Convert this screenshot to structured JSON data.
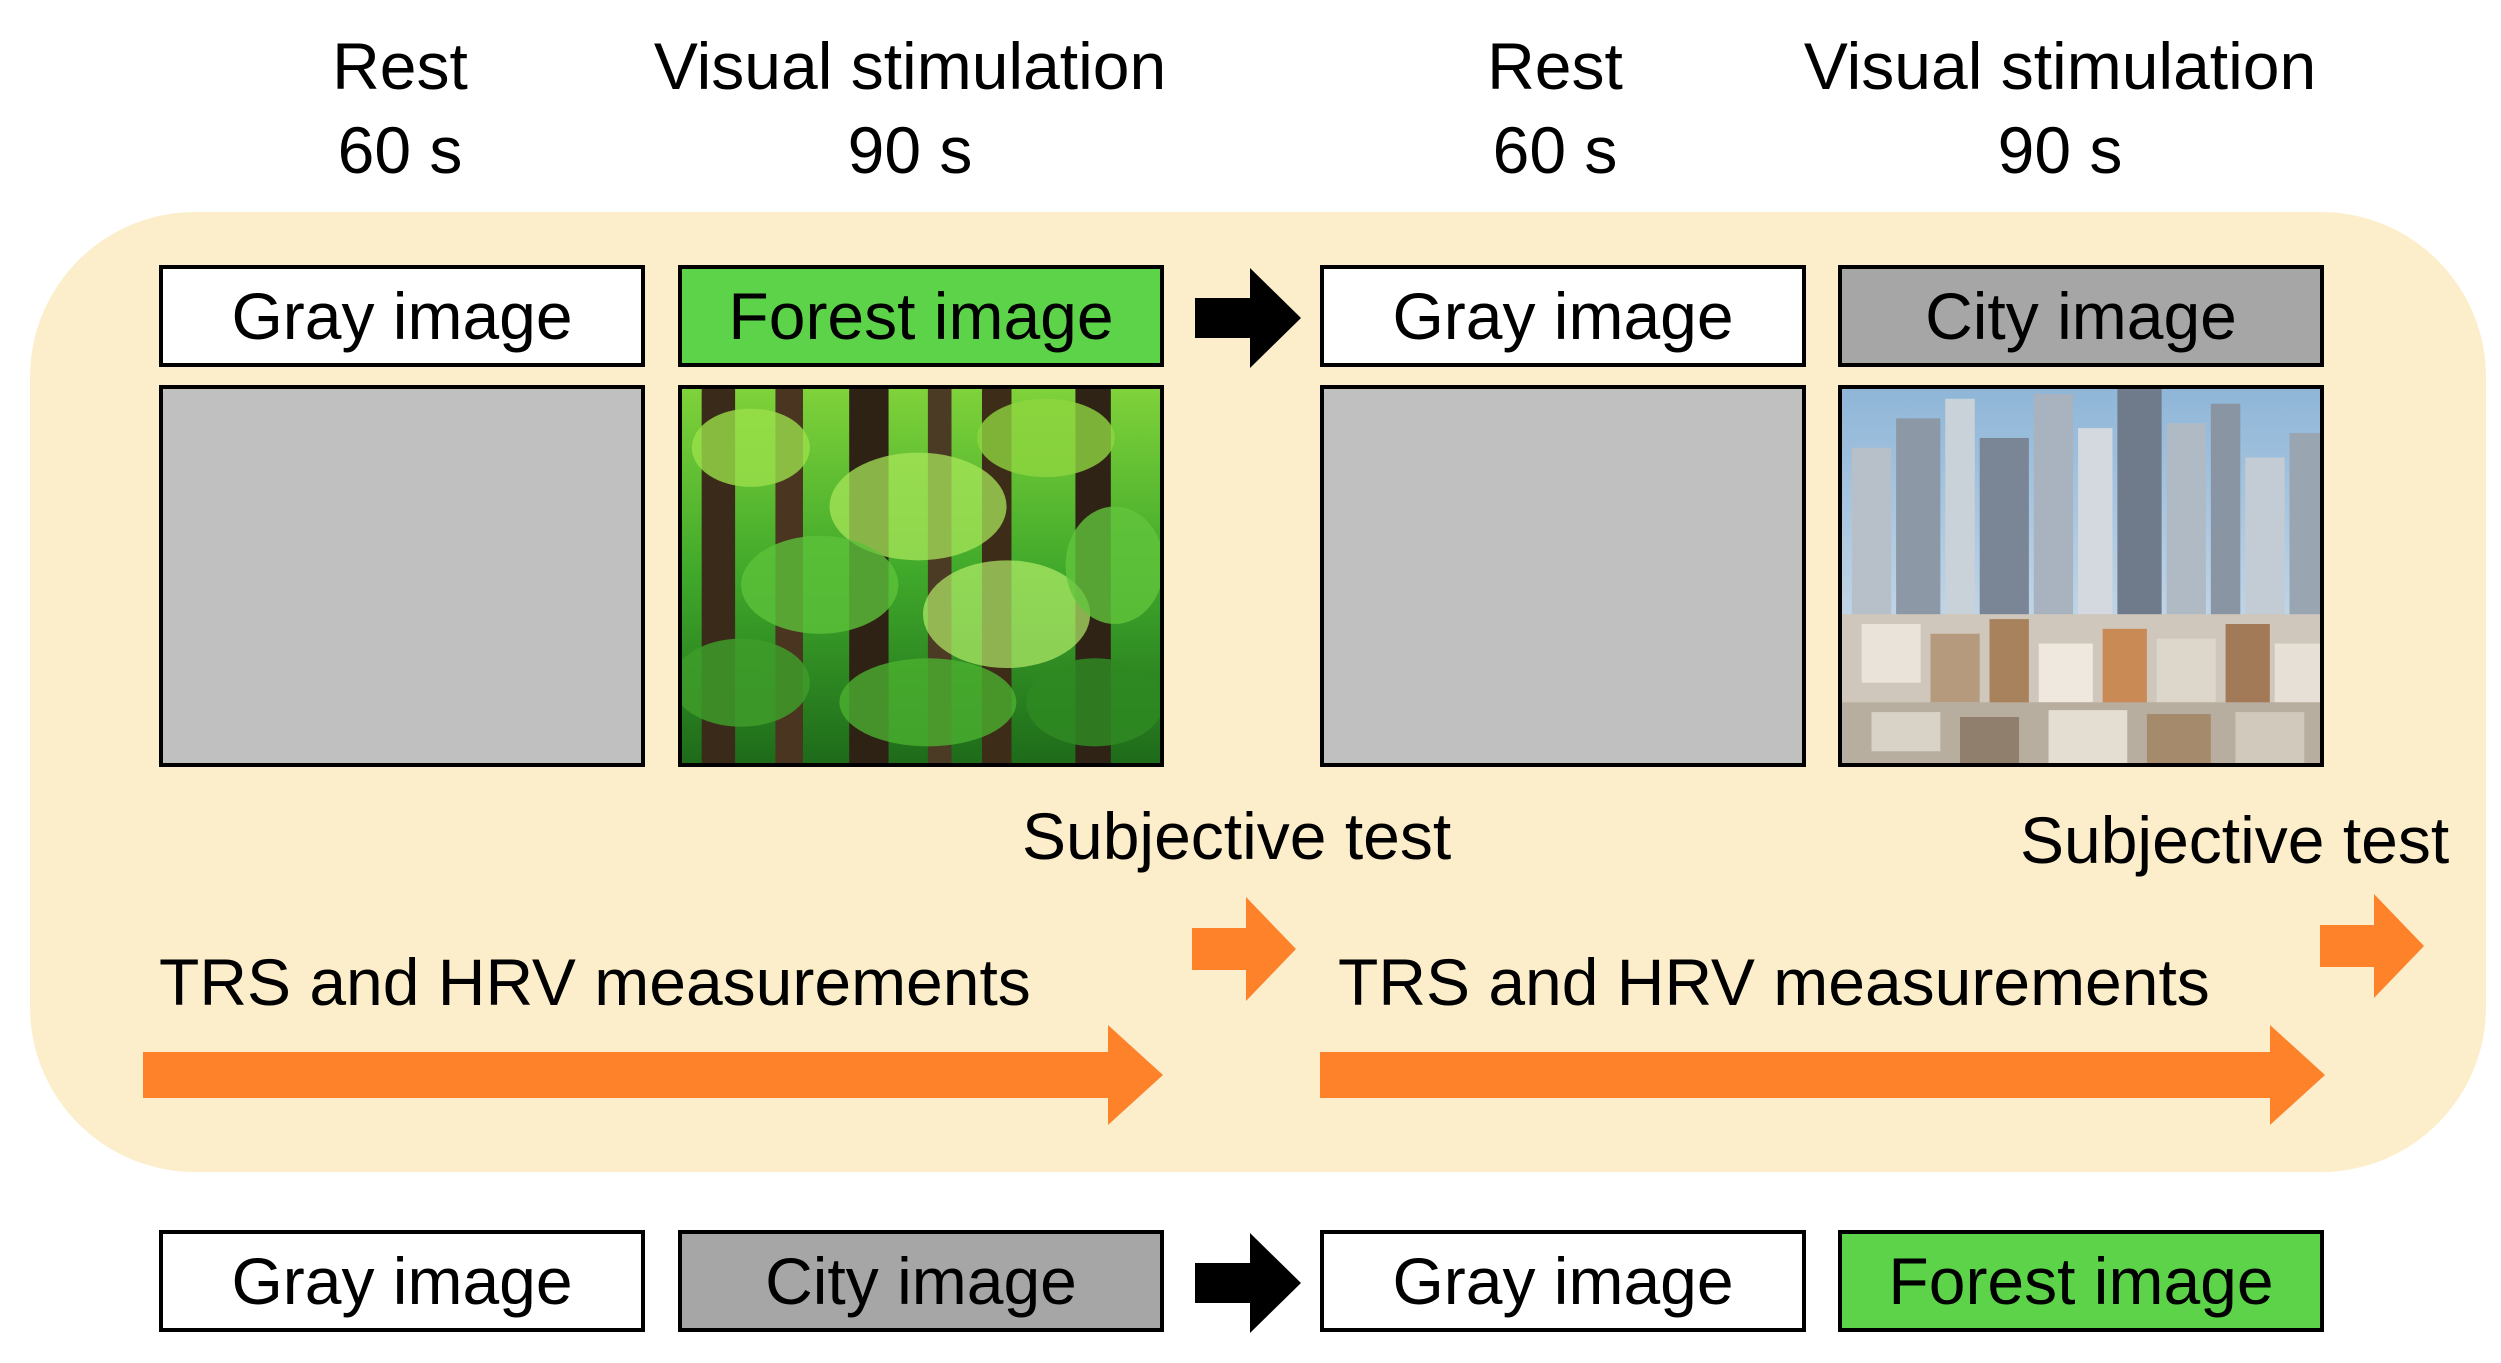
{
  "headers": [
    {
      "phase": "Rest",
      "duration": "60 s"
    },
    {
      "phase": "Visual stimulation",
      "duration": "90 s"
    },
    {
      "phase": "Rest",
      "duration": "60 s"
    },
    {
      "phase": "Visual stimulation",
      "duration": "90 s"
    }
  ],
  "top_sequence": [
    "Gray image",
    "Forest image",
    "Gray image",
    "City image"
  ],
  "bottom_sequence": [
    "Gray image",
    "City image",
    "Gray image",
    "Forest image"
  ],
  "subjective_test": [
    "Subjective  test",
    "Subjective  test"
  ],
  "measurements": [
    "TRS and HRV measurements",
    "TRS and HRV measurements"
  ],
  "colors": {
    "panel_bg": "#fdeecb",
    "forest_label": "#5dd34a",
    "city_label": "#a6a6a6",
    "gray_placeholder": "#c0c0c0",
    "orange_arrow": "#fd822a",
    "black_arrow": "#000000"
  },
  "icons": [
    "black-right-arrow-icon",
    "orange-right-arrow-icon",
    "forest-photo",
    "city-photo"
  ]
}
